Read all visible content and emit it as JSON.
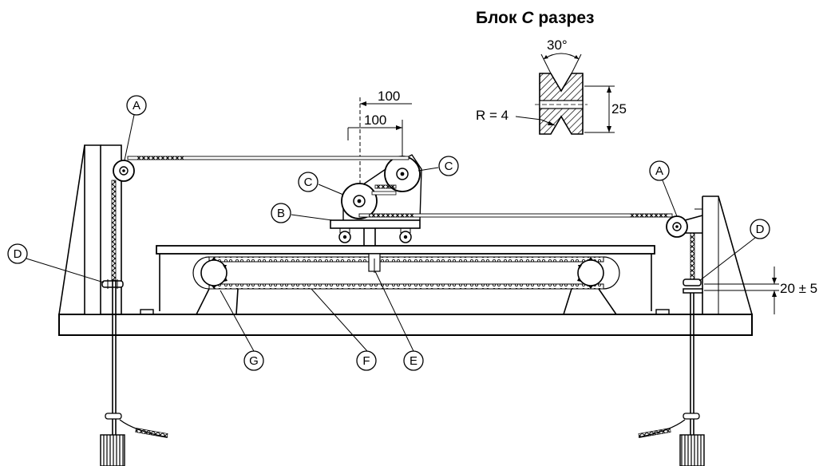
{
  "section_title": {
    "prefix": "Блок ",
    "letter": "C",
    "suffix": " разрез"
  },
  "dimensions": {
    "angle": "30°",
    "height": "25",
    "radius": "R = 4",
    "offset_upper": "100",
    "offset_lower": "100",
    "gap": "20 ± 5"
  },
  "callouts": {
    "a_left": "A",
    "a_right": "A",
    "b": "B",
    "c_left": "C",
    "c_right": "C",
    "d_left": "D",
    "d_right": "D",
    "e": "E",
    "f": "F",
    "g": "G"
  },
  "colors": {
    "line": "#000000",
    "background": "#ffffff"
  }
}
